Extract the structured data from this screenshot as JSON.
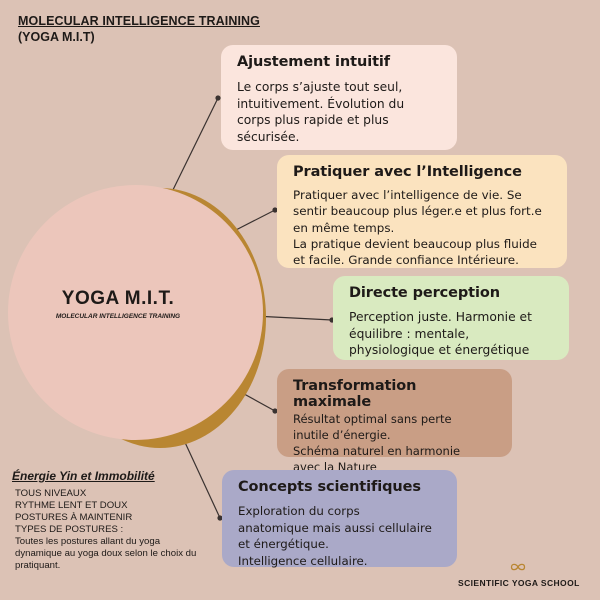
{
  "header": {
    "title": "MOLECULAR INTELLIGENCE TRAINING",
    "subtitle": "(YOGA M.I.T)"
  },
  "center": {
    "title": "YOGA M.I.T.",
    "subtitle": "MOLECULAR INTELLIGENCE TRAINING"
  },
  "cards": [
    {
      "title": "Ajustement intuitif",
      "text": "Le corps s’ajuste tout seul,\nintuitivement. Évolution du\ncorps plus rapide et plus\nsécurisée.",
      "color": "#fbe5dd"
    },
    {
      "title": "Pratiquer avec l’Intelligence",
      "text": "Pratiquer avec l’intelligence de vie. Se\nsentir beaucoup plus léger.e et plus fort.e\nen même temps.\nLa pratique devient beaucoup plus fluide\net facile. Grande confiance Intérieure.",
      "color": "#fbe3bf"
    },
    {
      "title": "Directe perception",
      "text": "Perception juste. Harmonie et\néquilibre : mentale,\nphysiologique et énergétique",
      "color": "#d9eac0"
    },
    {
      "title": "Transformation maximale",
      "text": "Résultat optimal sans perte\ninutile d’énergie.\nSchéma naturel en harmonie\navec la Nature",
      "color": "#c99e85"
    },
    {
      "title": "Concepts scientifiques",
      "text": "Exploration du corps\nanatomique mais aussi cellulaire\net énergétique.\nIntelligence cellulaire.",
      "color": "#aaa9c8"
    }
  ],
  "yin": {
    "title": "Énergie Yin et Immobilité",
    "items": [
      "TOUS NIVEAUX",
      "RYTHME LENT ET DOUX",
      "POSTURES À MAINTENIR",
      "TYPES DE POSTURES :"
    ],
    "description": "Toutes les postures allant du yoga dynamique au yoga doux selon le choix du pratiquant."
  },
  "footer": {
    "logo_icon": "infinity-icon",
    "school": "SCIENTIFIC YOGA SCHOOL"
  },
  "colors": {
    "background": "#dcc2b5",
    "circle": "#ecc6bb",
    "crescent": "#b98632",
    "connector": "#3a3230"
  }
}
